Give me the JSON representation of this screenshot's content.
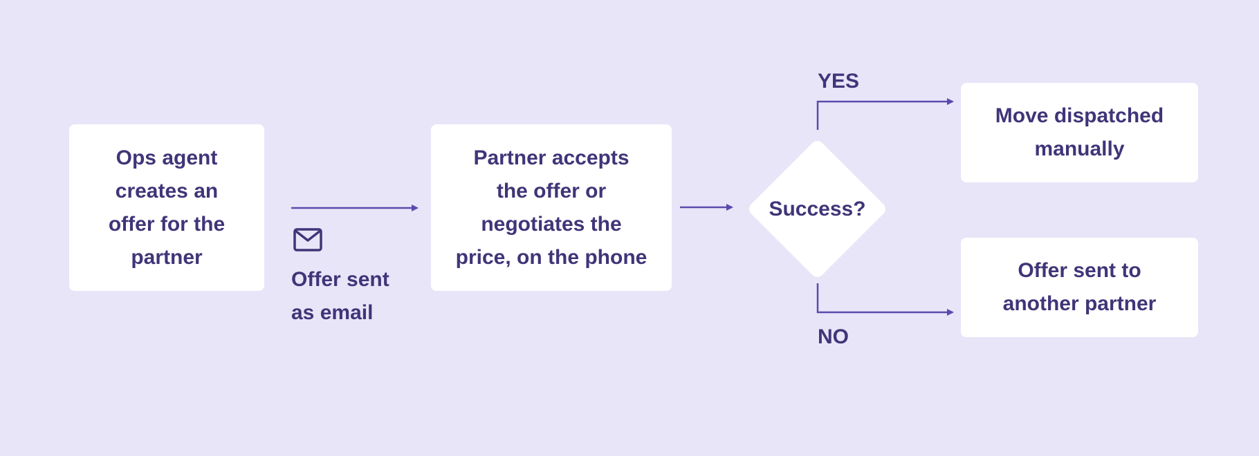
{
  "nodes": {
    "create_offer": [
      "Ops agent",
      "creates an",
      "offer for the",
      "partner"
    ],
    "partner_accepts": [
      "Partner accepts",
      "the offer or",
      "negotiates the",
      "price, on the phone"
    ],
    "decision": "Success?",
    "move_dispatched": [
      "Move dispatched",
      "manually"
    ],
    "offer_other": [
      "Offer sent to",
      "another partner"
    ]
  },
  "edges": {
    "email_label": [
      "Offer sent",
      "as email"
    ],
    "email_icon": "envelope-icon",
    "yes_label": "YES",
    "no_label": "NO"
  },
  "colors": {
    "background": "#e8e5f8",
    "node_fill": "#ffffff",
    "text": "#3f3578",
    "arrow": "#5b4aad"
  }
}
